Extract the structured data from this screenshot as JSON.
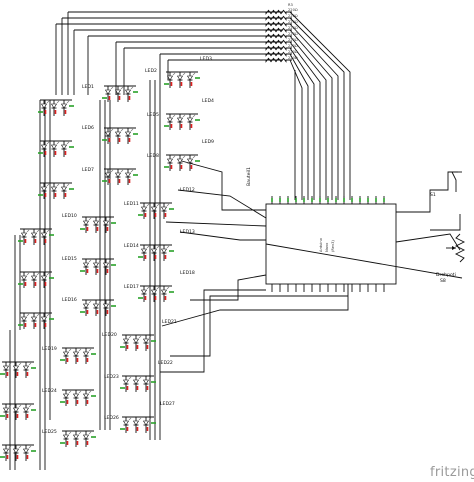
{
  "resistors": {
    "label": "R3",
    "values": [
      "220Ω",
      "220Ω",
      "220Ω",
      "220Ω",
      "220Ω",
      "220Ω",
      "220Ω",
      "220Ω",
      "220Ω"
    ]
  },
  "leds": [
    {
      "label": "LED1"
    },
    {
      "label": "LED2"
    },
    {
      "label": "LED3"
    },
    {
      "label": "LED4"
    },
    {
      "label": "LED5"
    },
    {
      "label": "LED6"
    },
    {
      "label": "LED7"
    },
    {
      "label": "LED8"
    },
    {
      "label": "LED9"
    },
    {
      "label": "LED10"
    },
    {
      "label": "LED11"
    },
    {
      "label": "LED12"
    },
    {
      "label": "LED13"
    },
    {
      "label": "LED14"
    },
    {
      "label": "LED15"
    },
    {
      "label": "LED16"
    },
    {
      "label": "LED17"
    },
    {
      "label": "LED18"
    },
    {
      "label": "LED19"
    },
    {
      "label": "LED20"
    },
    {
      "label": "LED21"
    },
    {
      "label": "LED22"
    },
    {
      "label": "LED23"
    },
    {
      "label": "LED24"
    },
    {
      "label": "LED25"
    },
    {
      "label": "LED26"
    },
    {
      "label": "LED27"
    }
  ],
  "microcontroller": {
    "label": "Bauteil1"
  },
  "switch": {
    "label": "S1"
  },
  "potentiometer": {
    "label": "Drehpoti",
    "sublabel": "S8"
  },
  "watermark": "fritzing"
}
